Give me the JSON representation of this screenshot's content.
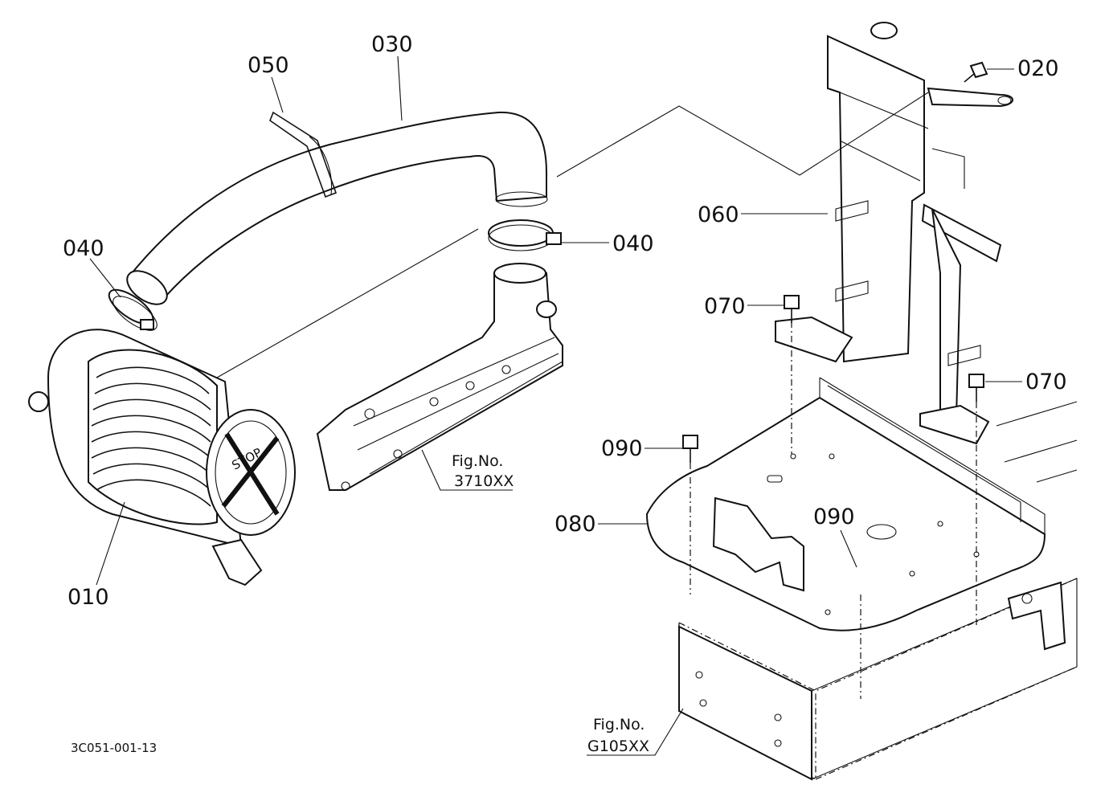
{
  "callouts": {
    "c010": "010",
    "c020": "020",
    "c030": "030",
    "c040_left": "040",
    "c040_right": "040",
    "c050": "050",
    "c060": "060",
    "c070_top": "070",
    "c070_right": "070",
    "c080": "080",
    "c090_left": "090",
    "c090_mid": "090"
  },
  "references": {
    "ref1_label": "Fig.No.",
    "ref1_code": "3710XX",
    "ref2_label": "Fig.No.",
    "ref2_code": "G105XX"
  },
  "drawing_code": "3C051-001-13",
  "filter_cap_text": "STOP"
}
